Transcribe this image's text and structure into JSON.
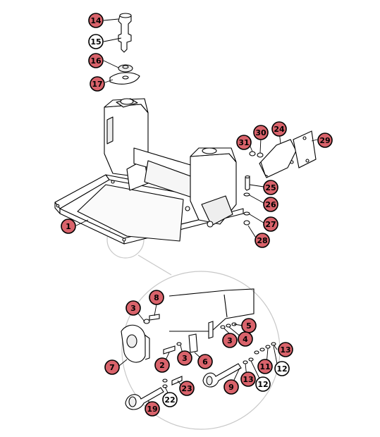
{
  "callout_style": {
    "red_fill": "#d9636b",
    "white_fill": "#ffffff",
    "stroke": "#000000",
    "line_color": "#000000",
    "detail_circle_color": "#c8c8c8"
  },
  "callouts": [
    {
      "id": "c14a",
      "label": "14",
      "style": "red"
    },
    {
      "id": "c15",
      "label": "15",
      "style": "white"
    },
    {
      "id": "c16",
      "label": "16",
      "style": "red"
    },
    {
      "id": "c17",
      "label": "17",
      "style": "red"
    },
    {
      "id": "c31",
      "label": "31",
      "style": "red"
    },
    {
      "id": "c30",
      "label": "30",
      "style": "red"
    },
    {
      "id": "c24",
      "label": "24",
      "style": "red"
    },
    {
      "id": "c29",
      "label": "29",
      "style": "red"
    },
    {
      "id": "c25",
      "label": "25",
      "style": "red"
    },
    {
      "id": "c26",
      "label": "26",
      "style": "red"
    },
    {
      "id": "c27",
      "label": "27",
      "style": "red"
    },
    {
      "id": "c28",
      "label": "28",
      "style": "red"
    },
    {
      "id": "c1",
      "label": "1",
      "style": "red"
    },
    {
      "id": "c3a",
      "label": "3",
      "style": "red"
    },
    {
      "id": "c8",
      "label": "8",
      "style": "red"
    },
    {
      "id": "c5",
      "label": "5",
      "style": "red"
    },
    {
      "id": "c3b",
      "label": "3",
      "style": "red"
    },
    {
      "id": "c4",
      "label": "4",
      "style": "red"
    },
    {
      "id": "c13a",
      "label": "13",
      "style": "red"
    },
    {
      "id": "c7",
      "label": "7",
      "style": "red"
    },
    {
      "id": "c2",
      "label": "2",
      "style": "red"
    },
    {
      "id": "c3c",
      "label": "3",
      "style": "red"
    },
    {
      "id": "c6",
      "label": "6",
      "style": "red"
    },
    {
      "id": "c11",
      "label": "11",
      "style": "red"
    },
    {
      "id": "c12a",
      "label": "12",
      "style": "white"
    },
    {
      "id": "c9",
      "label": "9",
      "style": "red"
    },
    {
      "id": "c13b",
      "label": "13",
      "style": "red"
    },
    {
      "id": "c12b",
      "label": "12",
      "style": "white"
    },
    {
      "id": "c23",
      "label": "23",
      "style": "red"
    },
    {
      "id": "c22",
      "label": "22",
      "style": "white"
    },
    {
      "id": "c19",
      "label": "19",
      "style": "red"
    }
  ]
}
